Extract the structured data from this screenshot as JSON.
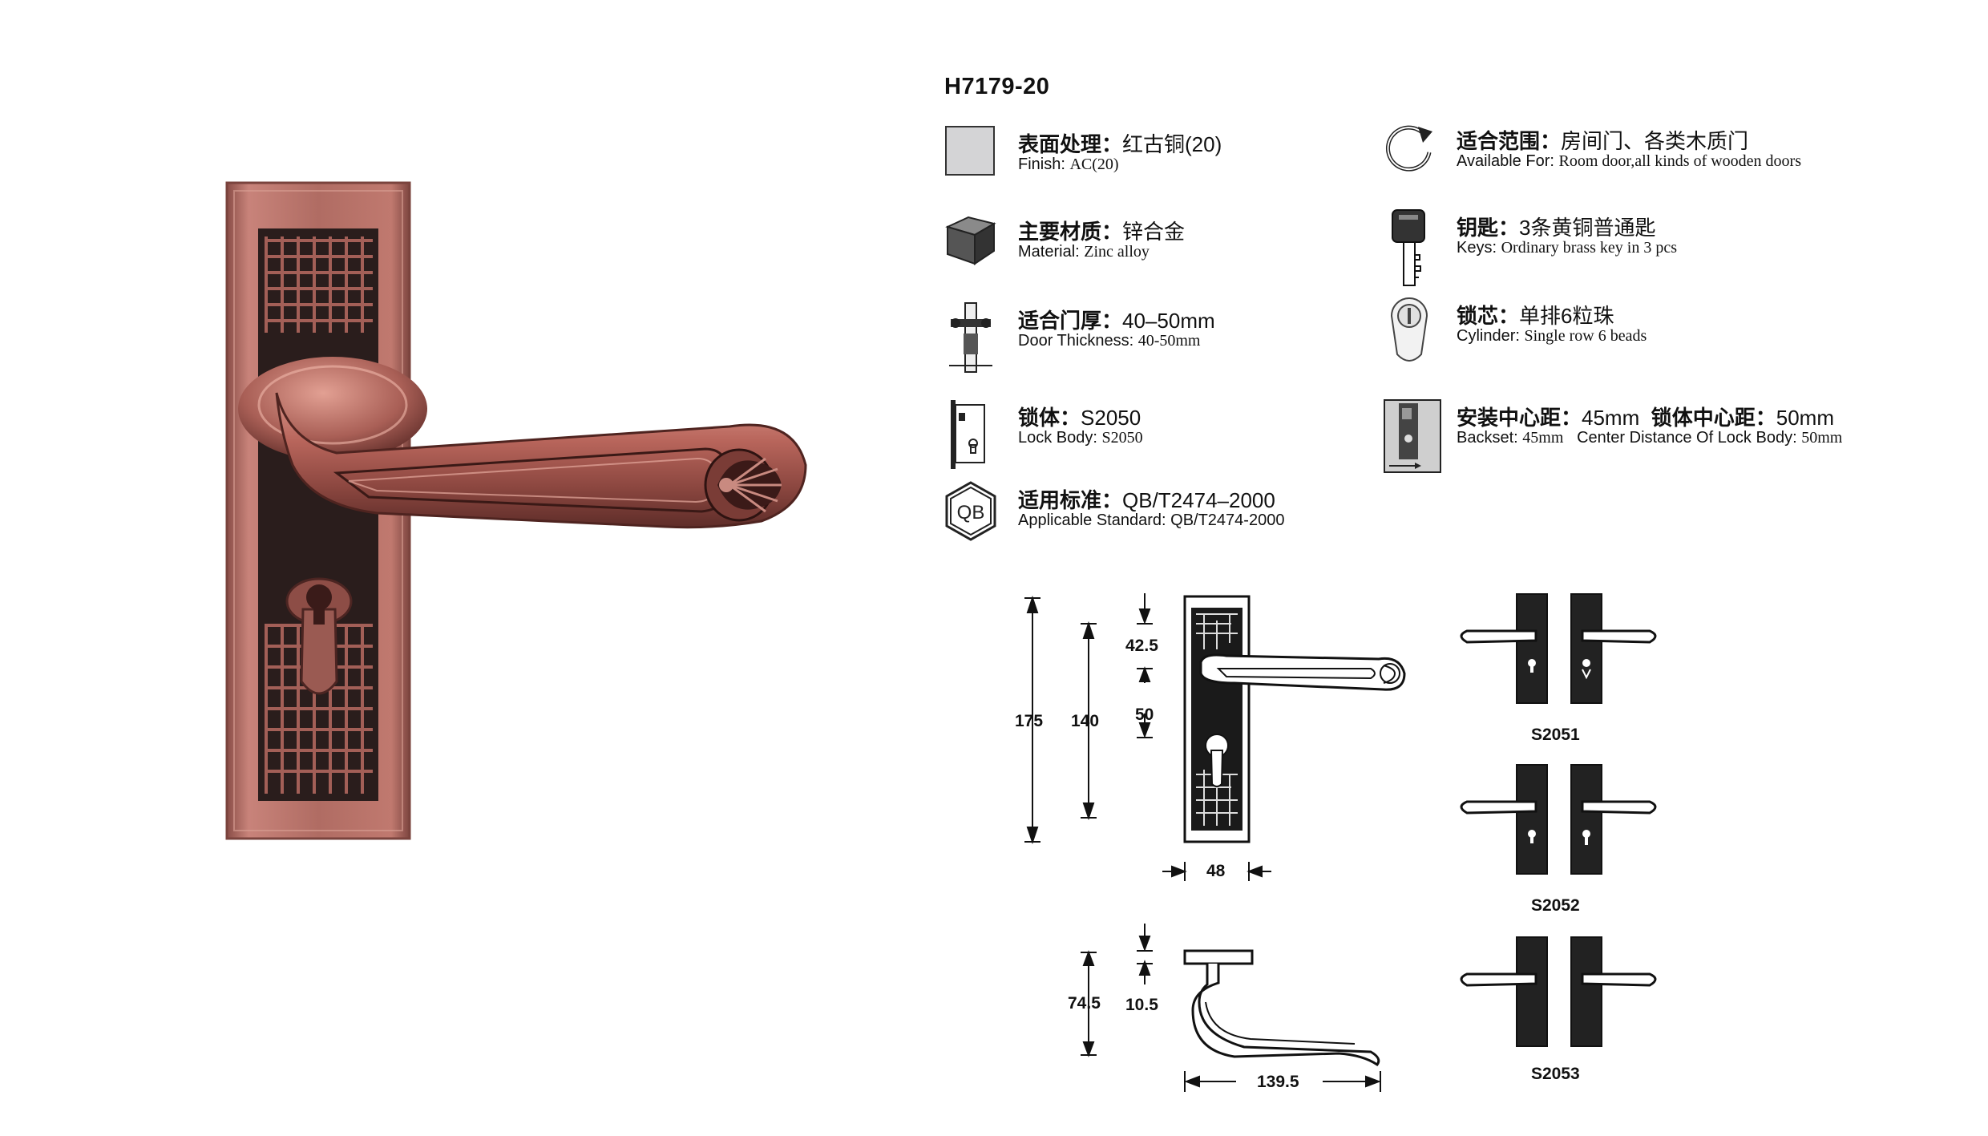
{
  "product": {
    "model": "H7179-20"
  },
  "specs": {
    "finish": {
      "zh_label": "表面处理：",
      "zh_value": "红古铜(20)",
      "en_label": "Finish:",
      "en_value": "AC(20)"
    },
    "material": {
      "zh_label": "主要材质：",
      "zh_value": "锌合金",
      "en_label": "Material:",
      "en_value": "Zinc alloy"
    },
    "door_thickness": {
      "zh_label": "适合门厚：",
      "zh_value": "40–50mm",
      "en_label": "Door Thickness:",
      "en_value": "40-50mm"
    },
    "lock_body": {
      "zh_label": "锁体：",
      "zh_value": "S2050",
      "en_label": "Lock Body:",
      "en_value": "S2050"
    },
    "standard": {
      "zh_label": "适用标准：",
      "zh_value": "QB/T2474–2000",
      "en_label": "Applicable Standard:",
      "en_value": "QB/T2474-2000"
    },
    "scope": {
      "zh_label": "适合范围：",
      "zh_value": "房间门、各类木质门",
      "en_label": "Available For:",
      "en_value": "Room door,all kinds of wooden doors"
    },
    "keys": {
      "zh_label": "钥匙：",
      "zh_value": "3条黄铜普通匙",
      "en_label": "Keys:",
      "en_value": "Ordinary brass key in 3 pcs"
    },
    "cylinder": {
      "zh_label": "锁芯：",
      "zh_value": "单排6粒珠",
      "en_label": "Cylinder:",
      "en_value": "Single row 6 beads"
    },
    "backset": {
      "zh_label": "安装中心距：",
      "zh_value": "45mm",
      "zh_label2": "锁体中心距：",
      "zh_value2": "50mm",
      "en_label": "Backset:",
      "en_value": "45mm",
      "en_label2": "Center Distance Of Lock Body:",
      "en_value2": "50mm"
    }
  },
  "icons": {
    "finish": "color-swatch-icon",
    "material": "cube-icon",
    "door_thickness": "door-section-icon",
    "lock_body": "lock-body-icon",
    "standard": "qb-hexagon-icon",
    "scope": "rotate-arrow-icon",
    "keys": "key-icon",
    "cylinder": "cylinder-icon",
    "backset": "backset-icon",
    "qb_text": "QB"
  },
  "dimensions": {
    "front_total_height": "175",
    "front_plate_height": "140",
    "top_offset": "42.5",
    "center_distance": "50",
    "plate_width": "48",
    "side_height": "74.5",
    "rose_thickness": "10.5",
    "lever_length": "139.5"
  },
  "variants": [
    "S2051",
    "S2052",
    "S2053"
  ],
  "colors": {
    "antique_copper": "#b4726a",
    "antique_copper_dark": "#6e3b35",
    "finish_swatch": "#d4d4d6",
    "ink": "#111111"
  }
}
